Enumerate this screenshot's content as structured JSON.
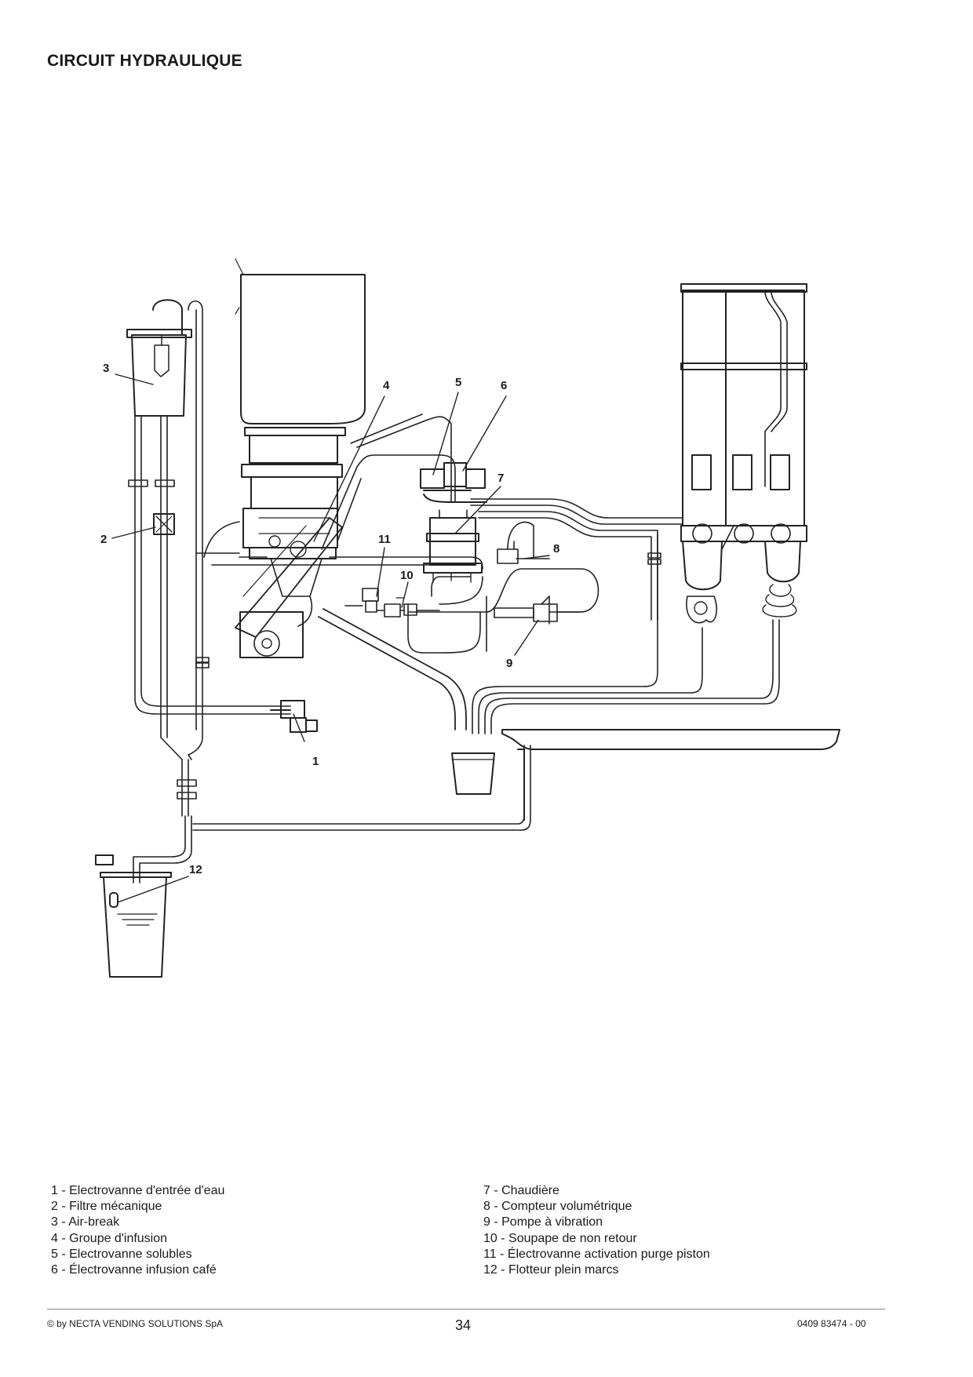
{
  "page": {
    "title": "CIRCUIT HYDRAULIQUE"
  },
  "diagram": {
    "callouts": [
      "1",
      "2",
      "3",
      "4",
      "5",
      "6",
      "7",
      "8",
      "9",
      "10",
      "11",
      "12"
    ]
  },
  "legend": {
    "left": [
      "1 - Electrovanne d'entrée d'eau",
      "2 - Filtre mécanique",
      "3 - Air-break",
      "4 - Groupe d'infusion",
      "5 - Electrovanne solubles",
      "6 - Électrovanne infusion café"
    ],
    "right": [
      "7 - Chaudière",
      "8 - Compteur volumétrique",
      "9 - Pompe à vibration",
      "10 - Soupape de non retour",
      "11 - Électrovanne activation purge piston",
      "12 - Flotteur plein marcs"
    ]
  },
  "footer": {
    "copyright": "© by NECTA VENDING SOLUTIONS SpA",
    "page_number": "34",
    "doc_code": "0409 83474 - 00"
  }
}
